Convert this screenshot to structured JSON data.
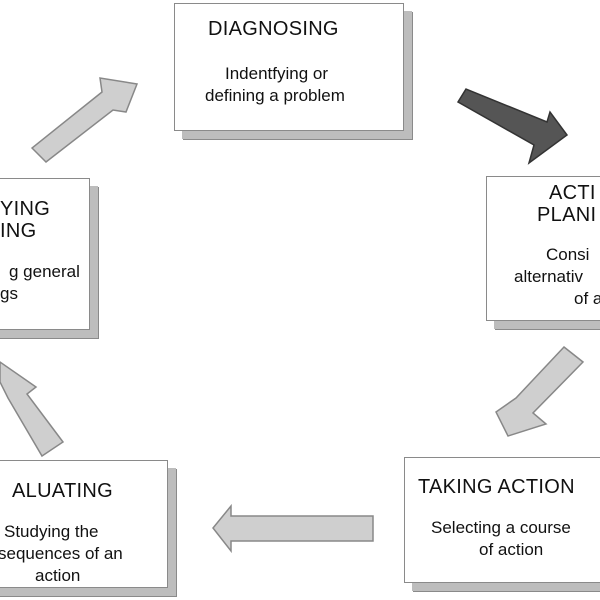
{
  "stages": [
    {
      "title": "DIAGNOSING",
      "description": [
        "Indentfying or",
        "defining a problem"
      ]
    },
    {
      "title": [
        "ACTI",
        "PLANI"
      ],
      "description": [
        "Consi",
        "alternativ",
        "of a"
      ]
    },
    {
      "title": "TAKING ACTION",
      "description": [
        "Selecting a course",
        "of action"
      ]
    },
    {
      "title": "ALUATING",
      "description": [
        "Studying the",
        "sequences of an",
        "action"
      ]
    },
    {
      "title": [
        "YING",
        "ING"
      ],
      "description": [
        "g general",
        "gs"
      ]
    }
  ],
  "colors": {
    "box_border": "#8a8a8a",
    "box_shadow": "#bdbdbd",
    "arrow_light": "#cfcfcf",
    "arrow_dark": "#555555"
  },
  "arrow_icons": [
    "arrow-light",
    "arrow-dark",
    "arrow-light",
    "arrow-light",
    "arrow-light"
  ]
}
